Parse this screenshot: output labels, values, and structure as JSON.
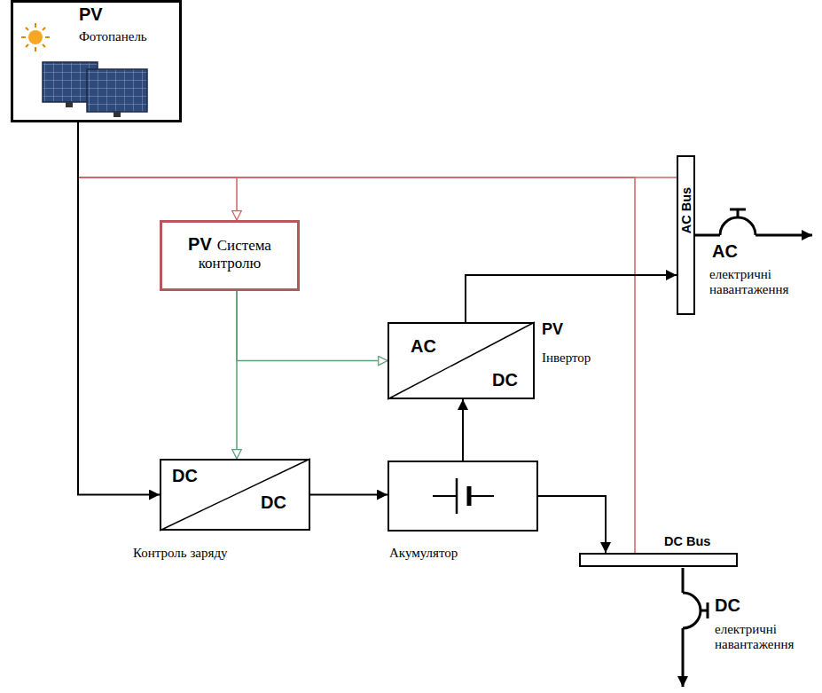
{
  "diagram": {
    "nodes": [
      {
        "text": [
          "PV",
          "Фотопанель"
        ]
      },
      {
        "text": [
          "PV",
          "Система контролю"
        ]
      },
      {
        "text": [
          "AC",
          "DC",
          "PV",
          "Інвертор"
        ]
      },
      {
        "text": [
          "DC",
          "DC",
          "Контроль заряду"
        ]
      },
      {
        "text": [
          "Акумулятор"
        ]
      },
      {
        "text": [
          "AC Bus"
        ]
      },
      {
        "text": [
          "DC Bus"
        ]
      }
    ],
    "edges": [
      {
        "from": 0,
        "to": 1,
        "arrow": "to"
      },
      {
        "from": 0,
        "to": 5,
        "arrow": "none"
      },
      {
        "from": 0,
        "to": 6,
        "arrow": "none"
      },
      {
        "from": 0,
        "to": 3,
        "arrow": "to"
      },
      {
        "from": 1,
        "to": 3,
        "arrow": "to"
      },
      {
        "from": 1,
        "to": 2,
        "arrow": "to"
      },
      {
        "from": 3,
        "to": 4,
        "arrow": "to"
      },
      {
        "from": 4,
        "to": 2,
        "arrow": "to"
      },
      {
        "from": 2,
        "to": 5,
        "arrow": "to"
      },
      {
        "from": 4,
        "to": 6,
        "arrow": "to"
      }
    ],
    "labels": [
      "AC",
      "електричні навантаження",
      "DC",
      "електричні навантаження"
    ]
  }
}
